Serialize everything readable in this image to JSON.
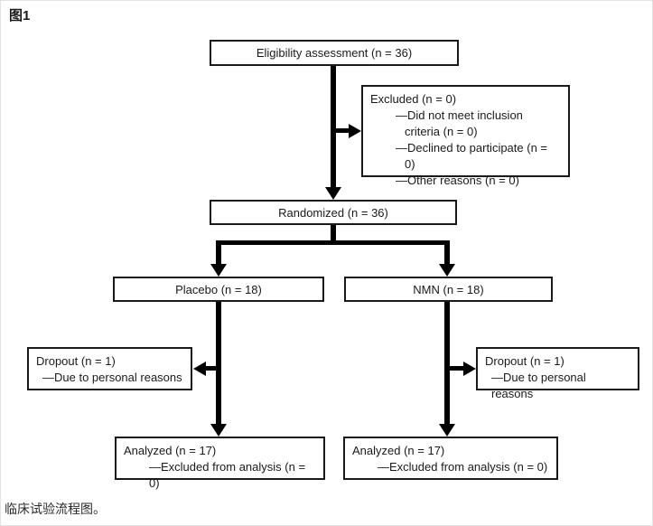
{
  "figure_label": "图1",
  "caption": "临床试验流程图。",
  "colors": {
    "line": "#000000",
    "box_border": "#1a1a1a",
    "text": "#1a1a1a",
    "background": "#ffffff"
  },
  "flowchart": {
    "eligibility": {
      "text": "Eligibility assessment (n = 36)"
    },
    "excluded": {
      "title": "Excluded (n = 0)",
      "items": [
        "—Did not meet inclusion criteria (n = 0)",
        "—Declined to participate (n = 0)",
        "—Other reasons (n = 0)"
      ]
    },
    "randomized": {
      "text": "Randomized (n = 36)"
    },
    "placebo": {
      "text": "Placebo (n = 18)"
    },
    "nmn": {
      "text": "NMN (n = 18)"
    },
    "dropout_left": {
      "title": "Dropout (n = 1)",
      "items": [
        "—Due to personal reasons"
      ]
    },
    "dropout_right": {
      "title": "Dropout (n = 1)",
      "items": [
        "—Due to personal reasons"
      ]
    },
    "analyzed_left": {
      "title": "Analyzed (n = 17)",
      "items": [
        "—Excluded from analysis (n = 0)"
      ]
    },
    "analyzed_right": {
      "title": "Analyzed (n = 17)",
      "items": [
        "—Excluded from analysis (n = 0)"
      ]
    }
  }
}
